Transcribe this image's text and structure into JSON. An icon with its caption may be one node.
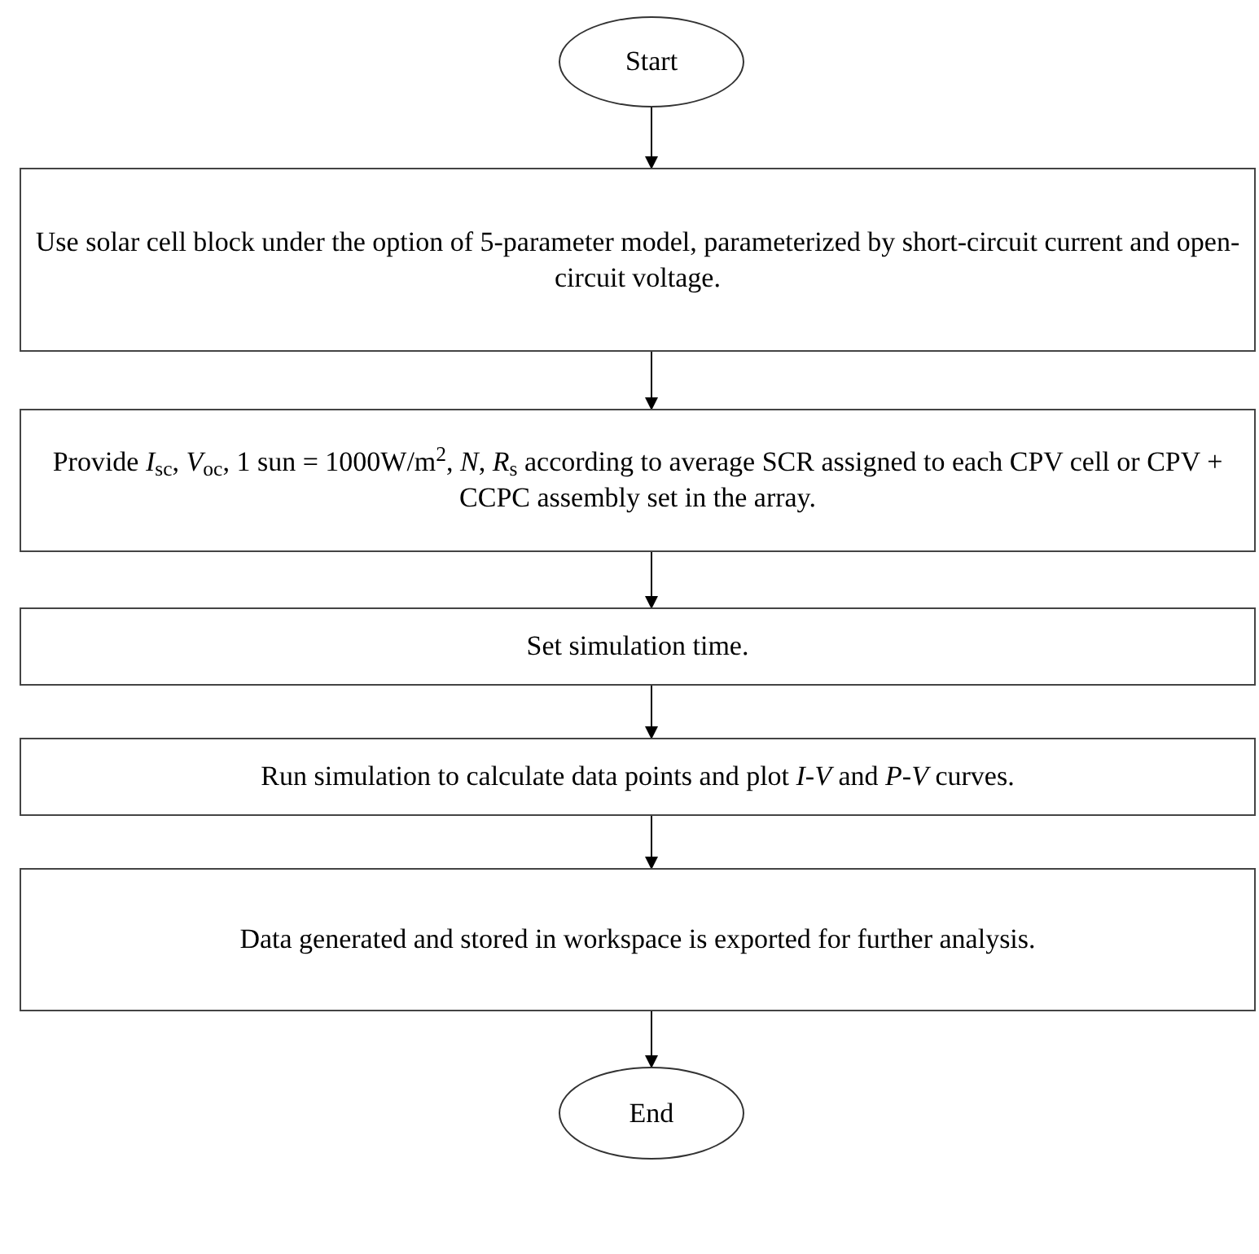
{
  "diagram": {
    "nodes": [
      {
        "text": [
          "Start"
        ]
      },
      {
        "text": [
          "Use solar cell block under the option of 5-parameter model, parameterized by short-circuit current and open-circuit voltage."
        ]
      },
      {
        "text": [
          "Provide *I*$_{sc}$, *V*$_{oc}$, 1 sun = 1000W/m$^{2}$, *N*, *R*$_{s}$ according to average SCR assigned to each CPV cell or CPV + CCPC assembly set in the array."
        ]
      },
      {
        "text": [
          "Set simulation time."
        ]
      },
      {
        "text": [
          "Run simulation to calculate data points and plot *I-V* and *P-V* curves."
        ]
      },
      {
        "text": [
          "Data generated and stored in workspace is exported for further analysis."
        ]
      },
      {
        "text": [
          "End"
        ]
      }
    ],
    "edges": [
      {
        "from": 0,
        "to": 1,
        "arrow": "to"
      },
      {
        "from": 1,
        "to": 2,
        "arrow": "to"
      },
      {
        "from": 2,
        "to": 3,
        "arrow": "to"
      },
      {
        "from": 3,
        "to": 4,
        "arrow": "to"
      },
      {
        "from": 4,
        "to": 5,
        "arrow": "to"
      },
      {
        "from": 5,
        "to": 6,
        "arrow": "to"
      }
    ]
  }
}
